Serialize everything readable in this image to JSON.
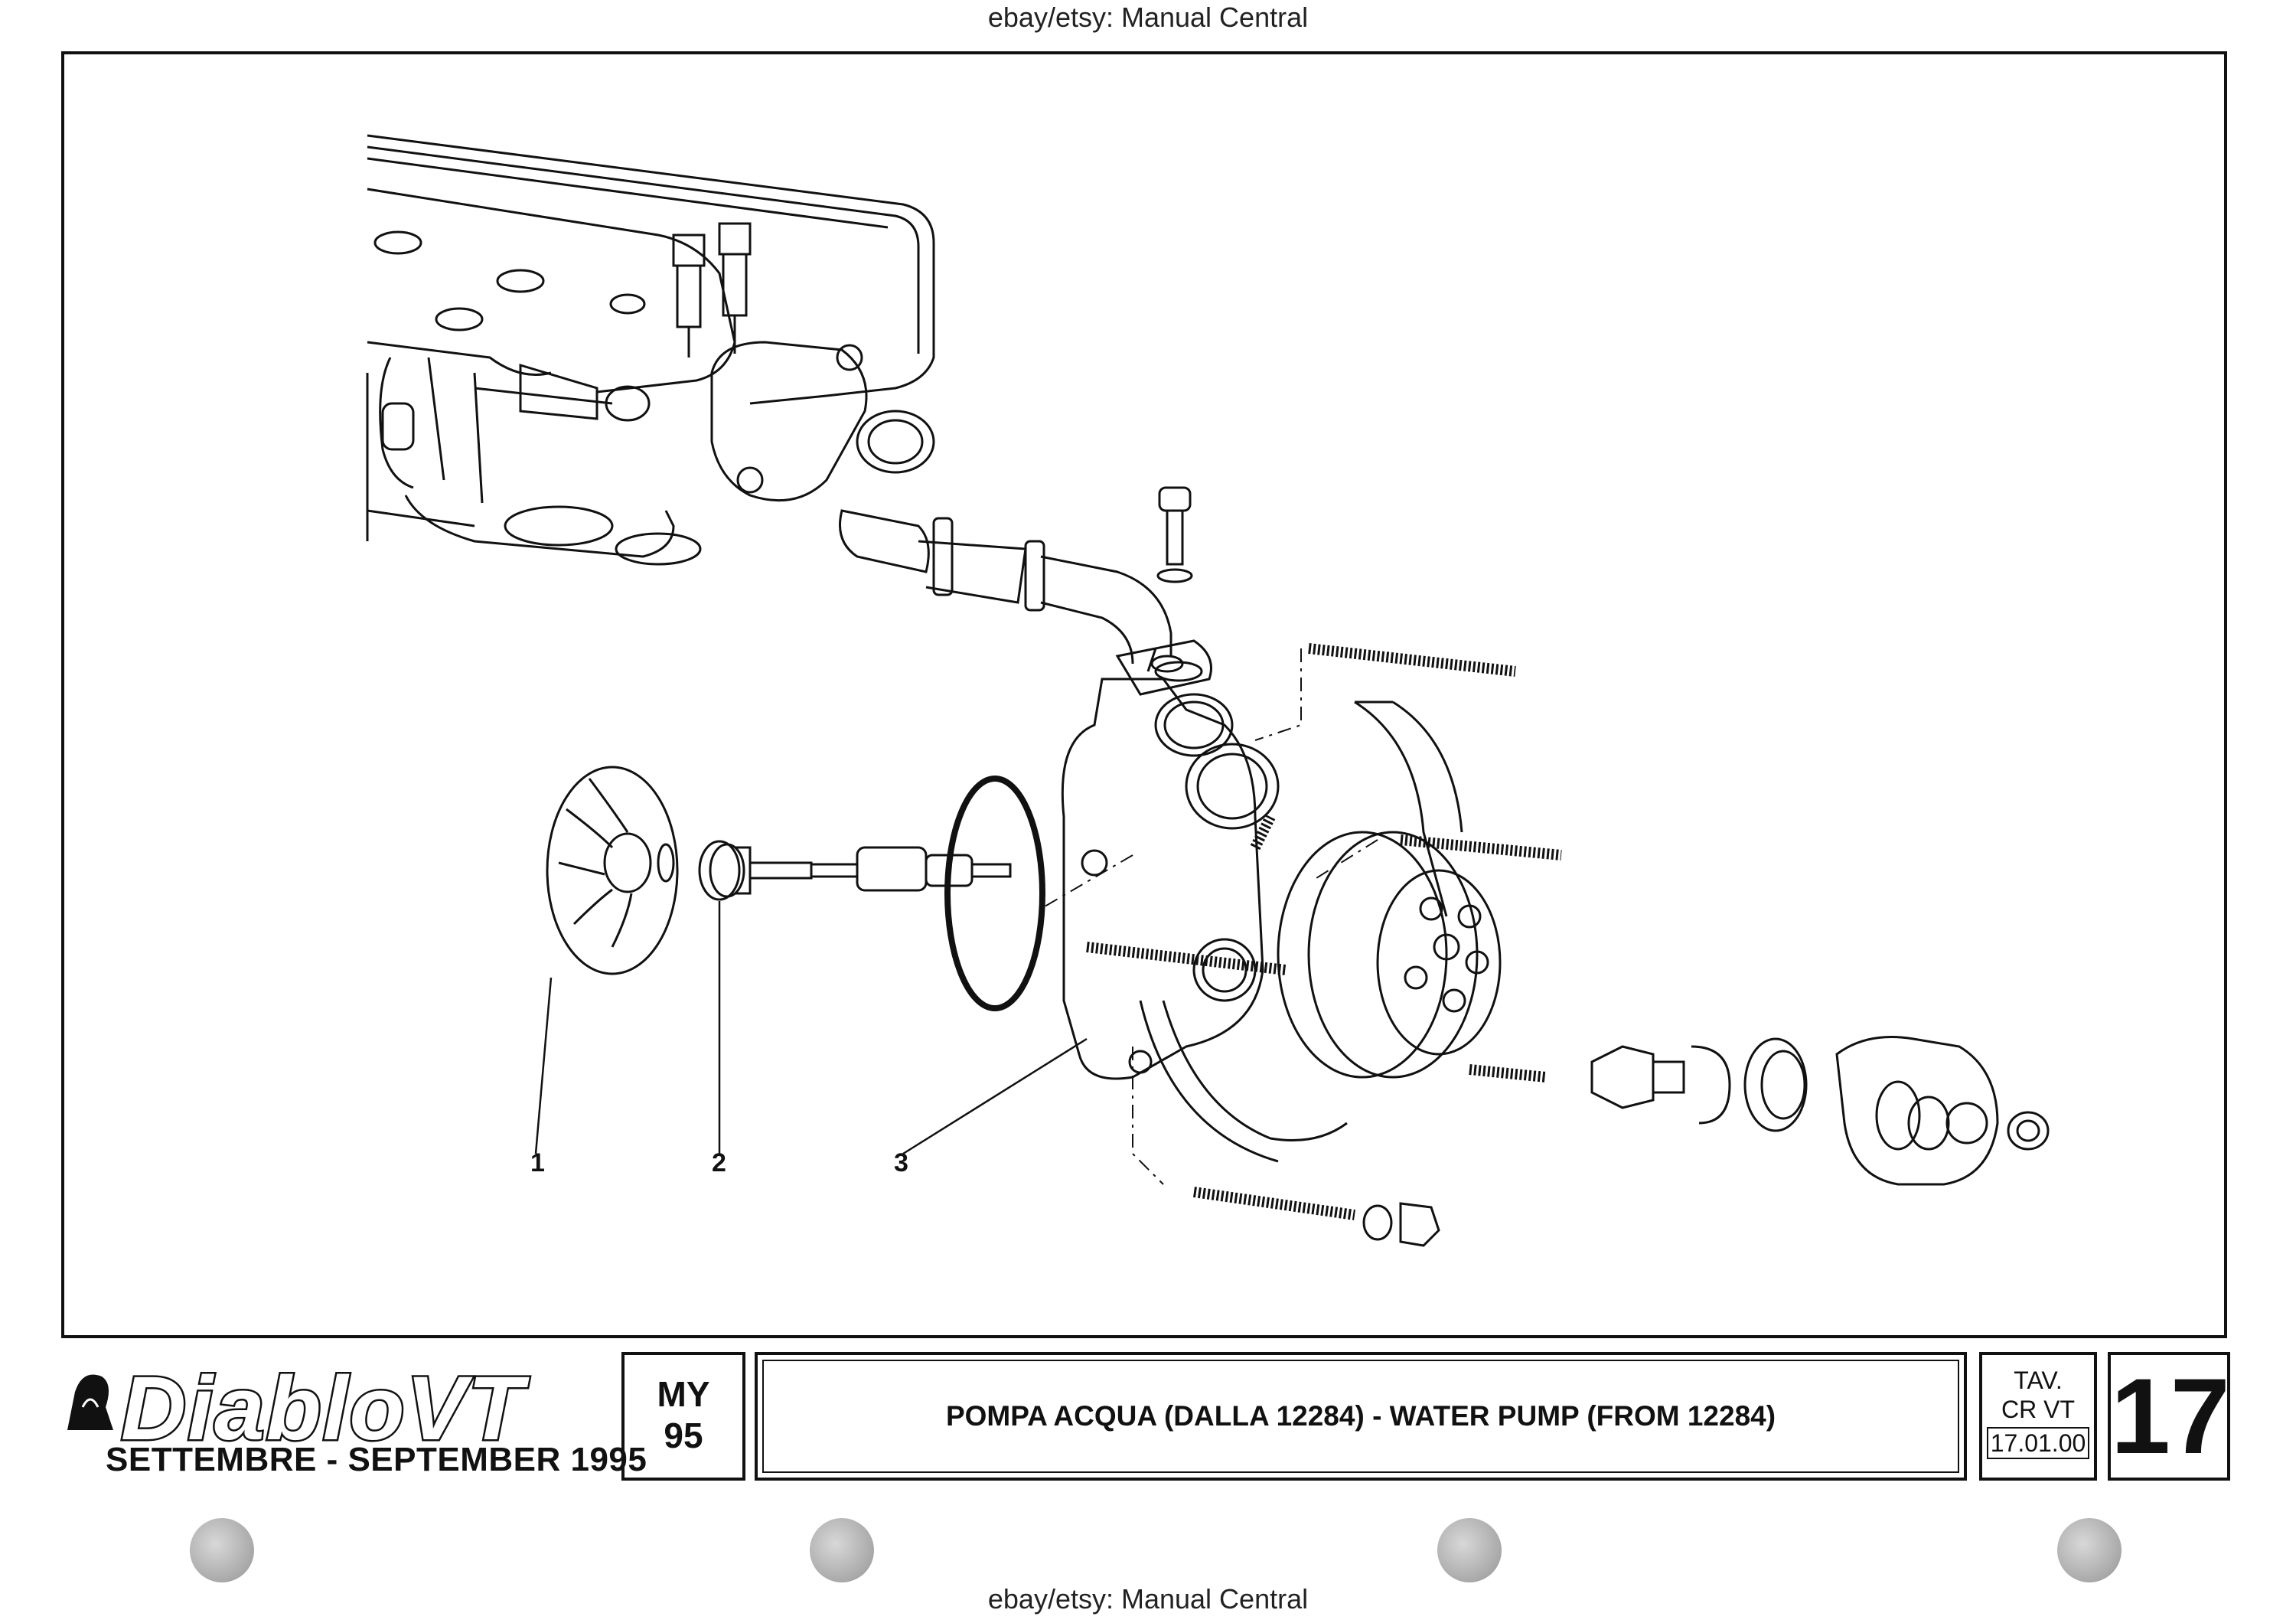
{
  "watermark": {
    "top": "ebay/etsy: Manual Central",
    "bottom": "ebay/etsy: Manual Central"
  },
  "diagram": {
    "callouts": [
      {
        "label": "1"
      },
      {
        "label": "2"
      },
      {
        "label": "3"
      }
    ]
  },
  "footer": {
    "logo": {
      "text": "DiabloVT",
      "subtitle": "SETTEMBRE - SEPTEMBER 1995"
    },
    "model_year": {
      "line1": "MY",
      "line2": "95"
    },
    "title": "POMPA ACQUA (DALLA 12284) - WATER PUMP (FROM 12284)",
    "table_ref": {
      "line1": "TAV.",
      "line2": "CR VT",
      "line3": "17.01.00"
    },
    "page_number": "17"
  }
}
